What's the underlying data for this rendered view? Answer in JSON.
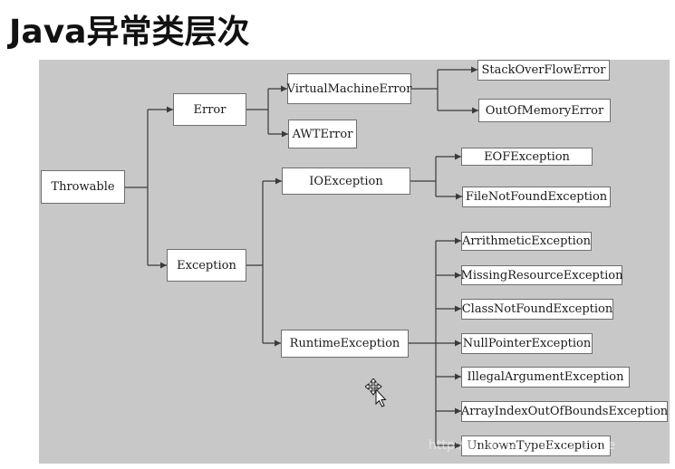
{
  "title": "Java异常类层次",
  "watermark": "http://blog.csdn.net/qq_blade",
  "nodes": {
    "throwable": "Throwable",
    "error": "Error",
    "exception": "Exception",
    "virtual_machine_error": "VirtualMachineError",
    "awt_error": "AWTError",
    "stack_overflow_error": "StackOverFlowError",
    "out_of_memory_error": "OutOfMemoryError",
    "io_exception": "IOException",
    "runtime_exception": "RuntimeException",
    "eof_exception": "EOFException",
    "file_not_found_exception": "FileNotFoundException",
    "arithmetic_exception": "ArrithmeticException",
    "missing_resource_exception": "MissingResourceException",
    "class_not_found_exception": "ClassNotFoundException",
    "null_pointer_exception": "NullPointerException",
    "illegal_argument_exception": "IllegalArgumentException",
    "array_index_out_of_bounds_exception": "ArrayIndexOutOfBoundsException",
    "unknown_type_exception": "UnkownTypeException"
  },
  "colors": {
    "panel": "#c8c8c8",
    "node_fill": "#ffffff",
    "line": "#3a3a3a"
  },
  "cursor_icon": "move-cursor-icon"
}
